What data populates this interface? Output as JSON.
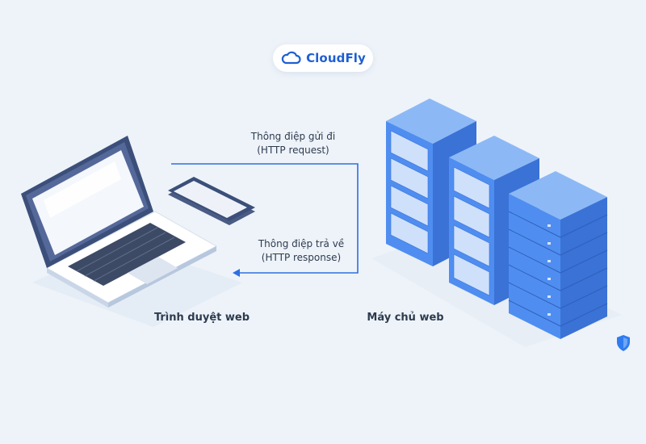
{
  "brand": {
    "name": "CloudFly",
    "icon": "cloud-icon",
    "color": "#1e5fd3"
  },
  "request": {
    "line1": "Thông điệp gửi đi",
    "line2": "(HTTP request)"
  },
  "response": {
    "line1": "Thông điệp trả về",
    "line2": "(HTTP response)"
  },
  "client": {
    "caption": "Trình duyệt web"
  },
  "server": {
    "caption": "Máy chủ web"
  },
  "colors": {
    "background": "#eef3f9",
    "server_front": "#4f8ef0",
    "server_side": "#3a72d6",
    "server_top": "#8cb9f6",
    "arrow": "#2f6fe0"
  }
}
